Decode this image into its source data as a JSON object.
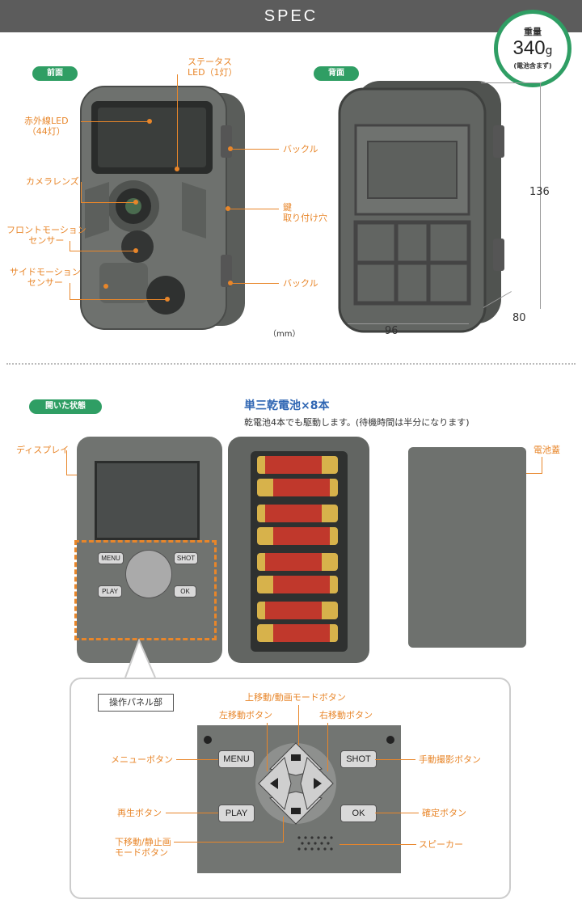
{
  "header": {
    "title": "SPEC"
  },
  "weight": {
    "label": "重量",
    "value": "340",
    "unit": "g",
    "note": "(電池含まず)"
  },
  "front": {
    "pill": "前面",
    "status_led": [
      "ステータス",
      "LED（1灯）"
    ],
    "ir_led": [
      "赤外線LED",
      "（44灯）"
    ],
    "camera_lens": "カメラレンズ",
    "front_sensor": [
      "フロントモーション",
      "センサー"
    ],
    "side_sensor": [
      "サイドモーション",
      "センサー"
    ],
    "buckle_top": "バックル",
    "key_hole": [
      "鍵",
      "取り付け穴"
    ],
    "buckle_bottom": "バックル",
    "unit": "（mm）"
  },
  "back": {
    "pill": "背面",
    "height": "136",
    "width": "96",
    "depth": "80"
  },
  "open": {
    "pill": "開いた状態",
    "battery_title": "単三乾電池×8本",
    "battery_note": "乾電池4本でも駆動します。(待機時間は半分になります)",
    "display": "ディスプレイ",
    "battery_cover": "電池蓋"
  },
  "small_buttons": {
    "menu": "MENU",
    "shot": "SHOT",
    "play": "PLAY",
    "ok": "OK"
  },
  "panel": {
    "title": "操作パネル部",
    "up": "上移動/動画モードボタン",
    "left": "左移動ボタン",
    "right": "右移動ボタン",
    "menu": "メニューボタン",
    "shot": "手動撮影ボタン",
    "play": "再生ボタン",
    "ok": "確定ボタン",
    "down": [
      "下移動/静止画",
      "モードボタン"
    ],
    "speaker": "スピーカー",
    "btn_menu": "MENU",
    "btn_shot": "SHOT",
    "btn_play": "PLAY",
    "btn_ok": "OK"
  },
  "colors": {
    "accent": "#e8862a",
    "pill": "#2f9e64",
    "header": "#5c5c5c",
    "device": "#6b6e6b"
  }
}
